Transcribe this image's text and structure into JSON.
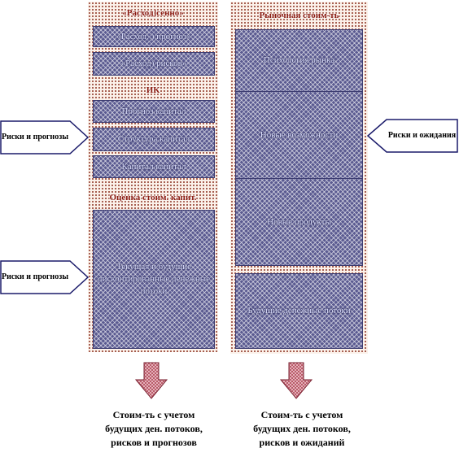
{
  "left_panel": {
    "sections": [
      {
        "header": "«Расход]сенно»",
        "boxes": [
          "«Расход, ) прогноз»",
          "«Расход) рисков»"
        ]
      },
      {
        "header": "ИК",
        "boxes": [
          "Прогноз капитал",
          "Структура капитал",
          "Капитал капитал"
        ]
      },
      {
        "header": "Оценка стоим. капит.",
        "boxes": [
          "Текущая и будущие дисконтированные денежные потоки"
        ]
      }
    ]
  },
  "right_panel": {
    "header": "Рыночная стоим-ть",
    "boxes": [
      "Психология рынка",
      "Новые возможности",
      "Новые продукты",
      "Будущие денежные потоки"
    ]
  },
  "callouts": {
    "left_top": "Риски и прогнозы",
    "left_bottom": "Риски и прогнозы",
    "right": "Риски и ожидания"
  },
  "results": {
    "left": [
      "Стоим-ть с учетом",
      "будущих ден. потоков,",
      "рисков и прогнозов"
    ],
    "right": [
      "Стоим-ть с учетом",
      "будущих ден. потоков,",
      "рисков и ожиданий"
    ]
  },
  "colors": {
    "panel_dots": "#9a4a3a",
    "box_fill": "#5a5a90",
    "header_text": "#8a1a10",
    "arrow_fill": "#c9707c",
    "callout_border": "#1a1a6a"
  }
}
